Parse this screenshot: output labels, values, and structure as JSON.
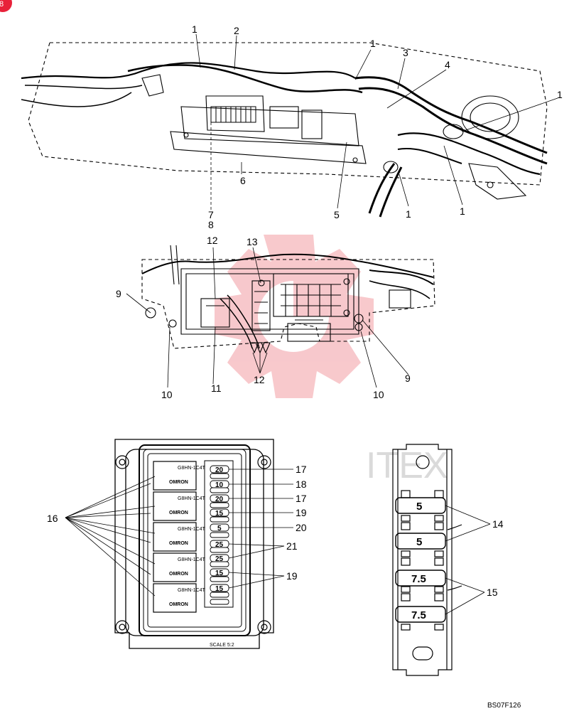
{
  "watermark": {
    "text": "ITEX",
    "gear_color": "#f7c3c7"
  },
  "badge_color": "#e8213a",
  "drawing_code": "BS07F126",
  "top_callouts": [
    "1",
    "2",
    "1",
    "3",
    "4",
    "1",
    "6",
    "7",
    "8",
    "5",
    "1",
    "1"
  ],
  "middle_callouts": [
    "12",
    "13",
    "9",
    "11",
    "12",
    "10",
    "10",
    "9"
  ],
  "fuse_box": {
    "relay_brand": "OMRON",
    "relay_count": 5,
    "fuse_ratings": [
      "20",
      "10",
      "20",
      "15",
      "5",
      "25",
      "25",
      "15",
      "15"
    ],
    "scale_label": "SCALE 5:2",
    "callouts_left": [
      "16"
    ],
    "callouts_right": [
      "17",
      "18",
      "17",
      "19",
      "20",
      "21",
      "19"
    ]
  },
  "side_fuses": {
    "ratings": [
      "5",
      "5",
      "7.5",
      "7.5"
    ],
    "callouts": [
      "14",
      "15"
    ]
  }
}
